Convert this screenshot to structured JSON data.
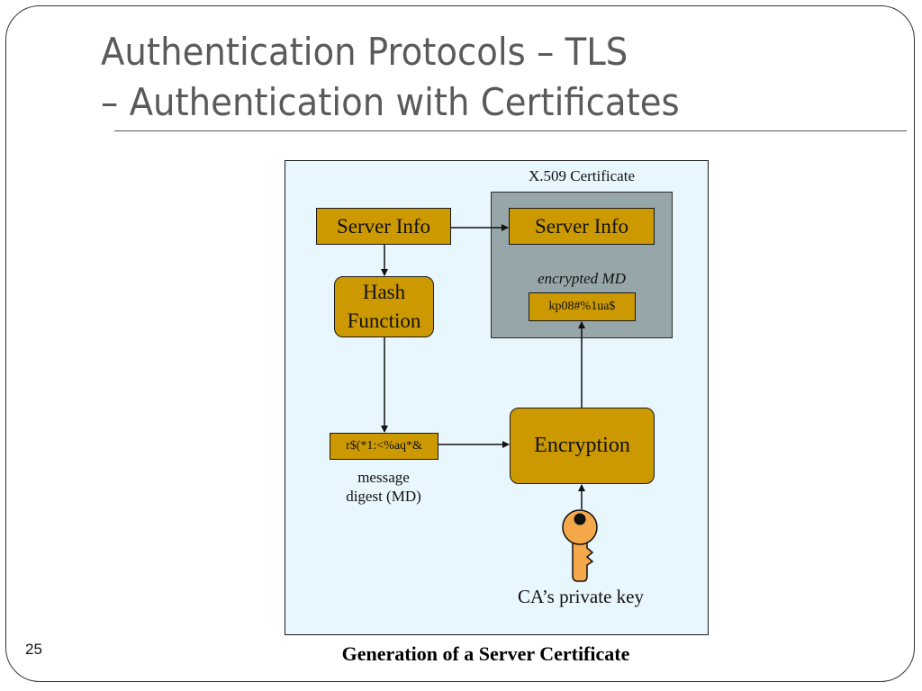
{
  "slide": {
    "title_line1": "Authentication Protocols – TLS",
    "title_line2": "– Authentication with Certificates",
    "number": "25",
    "caption": "Generation of a Server Certificate"
  },
  "diagram": {
    "certificate_label": "X.509 Certificate",
    "server_info": "Server Info",
    "certificate_server_info": "Server Info",
    "hash_function_line1": "Hash",
    "hash_function_line2": "Function",
    "digest_value": "r$(*1:<%aq*&",
    "digest_label_line1": "message",
    "digest_label_line2": "digest (MD)",
    "encrypted_md_label": "encrypted MD",
    "encrypted_md_value": "kp08#%1ua$",
    "encryption": "Encryption",
    "private_key_label": "CA’s private key"
  },
  "colors": {
    "panel_bg": "#e8f6fd",
    "certificate_bg": "#97a7a9",
    "box_fill": "#cc9900",
    "key_fill": "#f5a84a"
  },
  "icons": {
    "key": "key-icon"
  }
}
